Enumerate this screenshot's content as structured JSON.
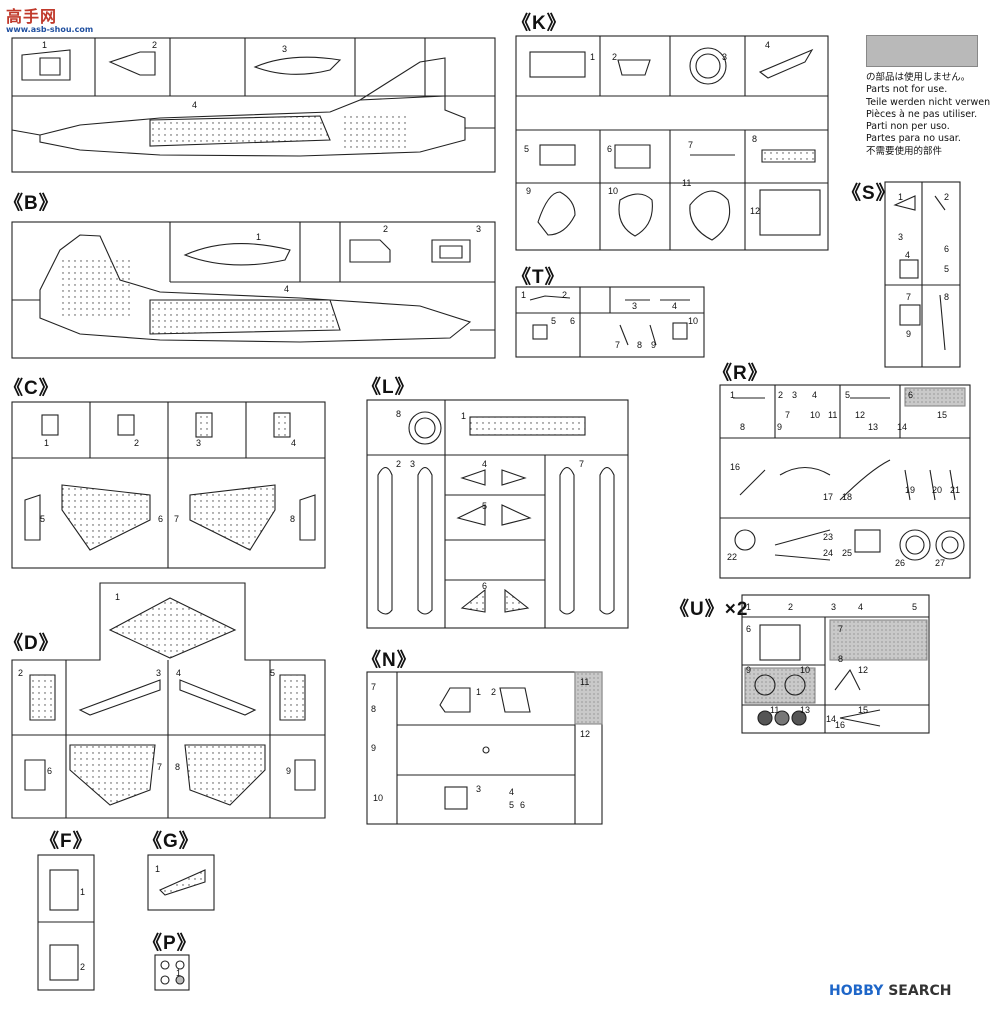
{
  "watermark_top": {
    "chars": "高手网",
    "domain": "www.asb-shou.com"
  },
  "watermark_bottom": {
    "brand": "HOBBY",
    "suffix": "SEARCH"
  },
  "notice": {
    "lines": [
      "の部品は使用しません。",
      "Parts not for use.",
      "Teile werden nicht verwendet.",
      "Pièces à ne pas utiliser.",
      "Parti non per uso.",
      "Partes para no usar.",
      "不需要使用的部件"
    ]
  },
  "runners": {
    "A": {
      "label": "",
      "parts": [
        "1",
        "2",
        "3",
        "4"
      ]
    },
    "B": {
      "label": "《B》",
      "parts": [
        "1",
        "2",
        "3",
        "4"
      ]
    },
    "C": {
      "label": "《C》",
      "parts": [
        "1",
        "2",
        "3",
        "4",
        "5",
        "6",
        "7",
        "8"
      ]
    },
    "D": {
      "label": "《D》",
      "parts": [
        "1",
        "2",
        "3",
        "4",
        "5",
        "6",
        "7",
        "8",
        "9"
      ]
    },
    "F": {
      "label": "《F》",
      "parts": [
        "1",
        "2"
      ]
    },
    "G": {
      "label": "《G》",
      "parts": [
        "1"
      ]
    },
    "P": {
      "label": "《P》",
      "parts": [
        "1"
      ]
    },
    "K": {
      "label": "《K》",
      "parts": [
        "1",
        "2",
        "3",
        "4",
        "5",
        "6",
        "7",
        "8",
        "9",
        "10",
        "11",
        "12"
      ]
    },
    "T": {
      "label": "《T》",
      "parts": [
        "1",
        "2",
        "3",
        "4",
        "5",
        "6",
        "7",
        "8",
        "9",
        "10"
      ]
    },
    "L": {
      "label": "《L》",
      "parts": [
        "1",
        "2",
        "3",
        "4",
        "5",
        "6",
        "7",
        "8"
      ]
    },
    "N": {
      "label": "《N》",
      "parts": [
        "1",
        "2",
        "3",
        "4",
        "5",
        "6",
        "7",
        "8",
        "9",
        "10",
        "11",
        "12"
      ]
    },
    "S": {
      "label": "《S》",
      "parts": [
        "1",
        "2",
        "3",
        "4",
        "5",
        "6",
        "7",
        "8",
        "9"
      ]
    },
    "R": {
      "label": "《R》",
      "parts": [
        "1",
        "2",
        "3",
        "4",
        "5",
        "6",
        "7",
        "8",
        "9",
        "10",
        "11",
        "12",
        "13",
        "14",
        "15",
        "16",
        "17",
        "18",
        "19",
        "20",
        "21",
        "22",
        "23",
        "24",
        "25",
        "26",
        "27"
      ]
    },
    "U": {
      "label": "《U》×2",
      "parts": [
        "1",
        "2",
        "3",
        "4",
        "5",
        "6",
        "7",
        "8",
        "9",
        "10",
        "11",
        "12",
        "13",
        "14",
        "15",
        "16"
      ]
    }
  }
}
